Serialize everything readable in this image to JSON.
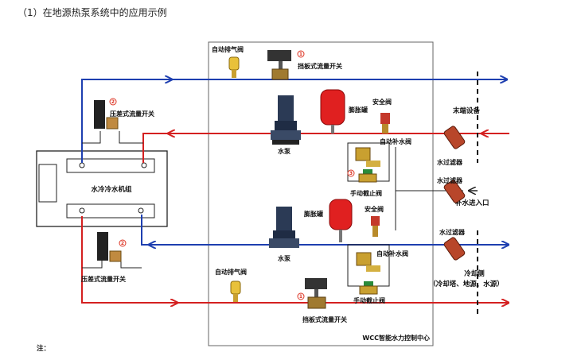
{
  "header": {
    "title": "（1）在地源热泵系统中的应用示例"
  },
  "labels": {
    "auto_air_valve_top": "自动排气阀",
    "flow_switch_top": "挡板式流量开关",
    "diff_flow_switch_top": "压差式流量开关",
    "pump_top": "水泵",
    "expansion_tank_top": "膨胀罐",
    "safety_valve_top": "安全阀",
    "auto_makeup_top": "自动补水阀",
    "manual_stop_top": "手动截止阀",
    "terminal_equipment": "末端设备",
    "water_filter_top": "水过滤器",
    "water_filter_mid": "水过滤器",
    "makeup_inlet": "补水进入口",
    "chiller_unit": "水冷冷水机组",
    "expansion_tank_bot": "膨胀罐",
    "safety_valve_bot": "安全阀",
    "water_filter_bot": "水过滤器",
    "pump_bot": "水泵",
    "auto_makeup_bot": "自动补水阀",
    "cooling_side": "冷却侧",
    "cooling_side_note": "（冷却塔、地源、水源）",
    "diff_flow_switch_bot": "压差式流量开关",
    "auto_air_valve_bot": "自动排气阀",
    "manual_stop_bot": "手动截止阀",
    "flow_switch_bot": "挡板式流量开关",
    "control_center": "WCC智能水力控制中心"
  },
  "markers": {
    "m1": "1",
    "m2": "2",
    "m3": "3"
  },
  "footer": {
    "note": "注："
  },
  "colors": {
    "supply": "#d42020",
    "return": "#1e3fb0",
    "pipe_gray": "#555555",
    "tank": "#e02020"
  }
}
